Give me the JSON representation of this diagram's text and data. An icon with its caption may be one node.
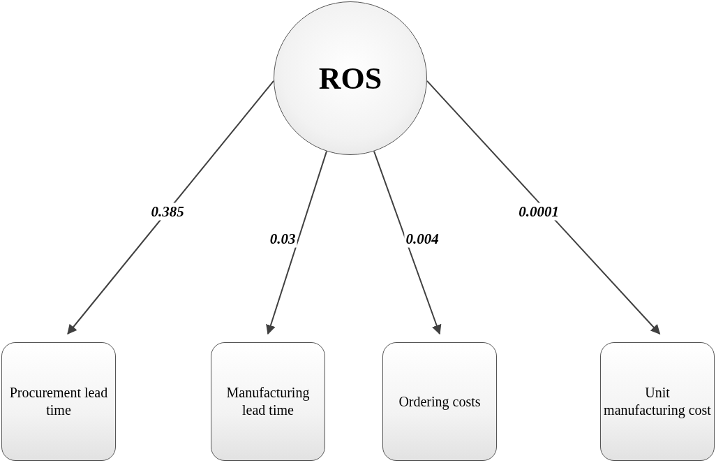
{
  "diagram": {
    "nodes": [
      {
        "text": [
          "ROS"
        ]
      },
      {
        "text": [
          "Procurement lead time"
        ]
      },
      {
        "text": [
          "Manufacturing lead time"
        ]
      },
      {
        "text": [
          "Ordering costs"
        ]
      },
      {
        "text": [
          "Unit manufacturing cost"
        ]
      }
    ],
    "edges": [
      {
        "from": 0,
        "to": 1,
        "arrow": "to",
        "label": "0.385"
      },
      {
        "from": 0,
        "to": 2,
        "arrow": "to",
        "label": "0.03"
      },
      {
        "from": 0,
        "to": 3,
        "arrow": "to",
        "label": "0.004"
      },
      {
        "from": 0,
        "to": 4,
        "arrow": "to",
        "label": "0.0001"
      }
    ]
  }
}
